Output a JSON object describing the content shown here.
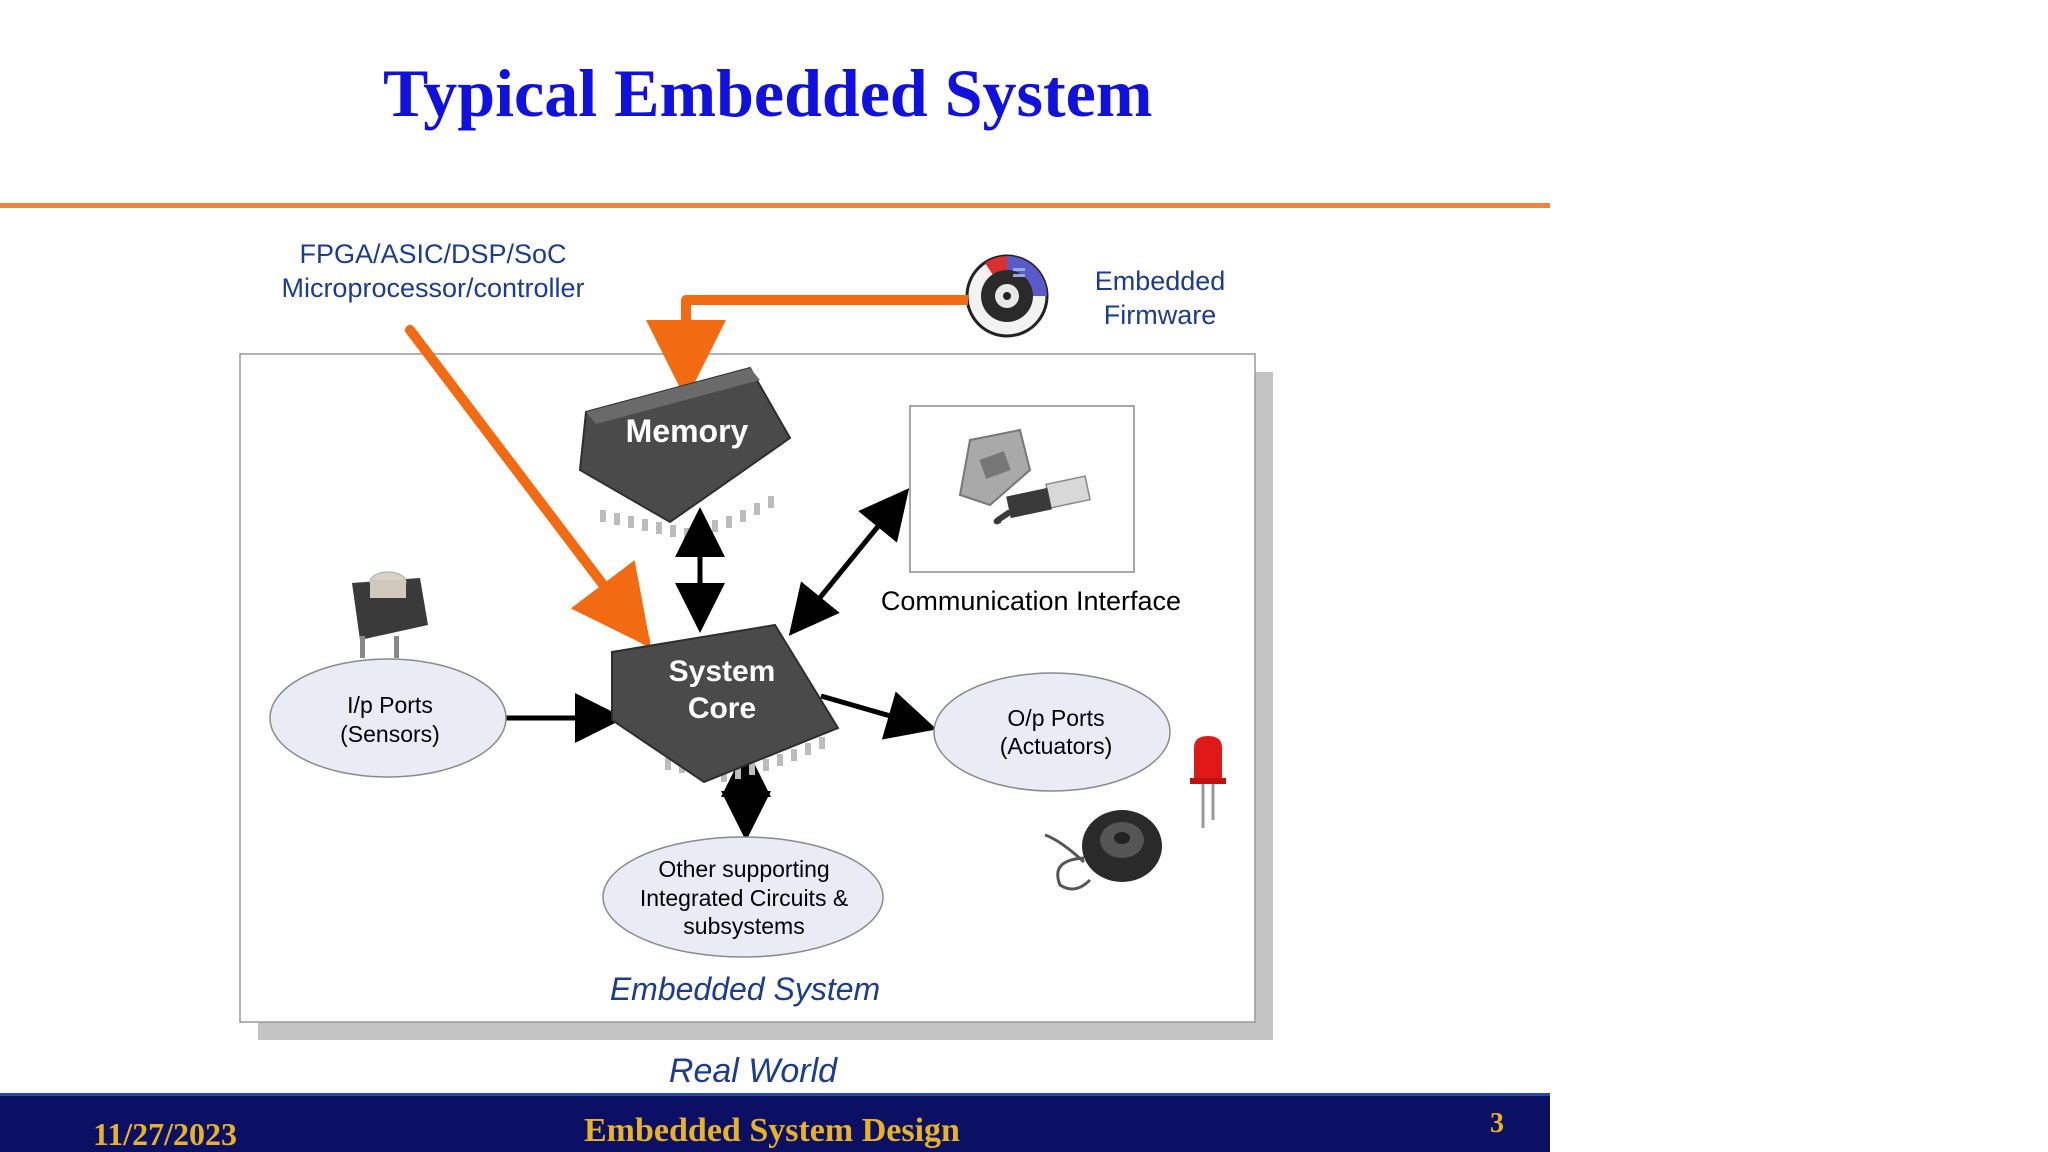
{
  "slide": {
    "title": "Typical Embedded System",
    "footer": {
      "date": "11/27/2023",
      "course": "Embedded System Design",
      "page_number": "3"
    }
  },
  "diagram": {
    "processor_label_line1": "FPGA/ASIC/DSP/SoC",
    "processor_label_line2": "Microprocessor/controller",
    "firmware_label_line1": "Embedded",
    "firmware_label_line2": "Firmware",
    "memory_label": "Memory",
    "core_label_line1": "System",
    "core_label_line2": "Core",
    "comm_interface_label": "Communication Interface",
    "input_ports_line1": "I/p Ports",
    "input_ports_line2": "(Sensors)",
    "output_ports_line1": "O/p Ports",
    "output_ports_line2": "(Actuators)",
    "support_line1": "Other supporting",
    "support_line2": "Integrated Circuits &",
    "support_line3": "subsystems",
    "embedded_system_caption": "Embedded System",
    "real_world_caption": "Real World"
  },
  "colors": {
    "title": "#1111dd",
    "rule": "#e8883c",
    "arrow_orange": "#f26a12",
    "label_blue": "#1d3c8e",
    "footer_bg": "#0c1064",
    "footer_text": "#e6b226",
    "ellipse_fill": "#e9ecf5",
    "chip_fill": "#444444"
  }
}
